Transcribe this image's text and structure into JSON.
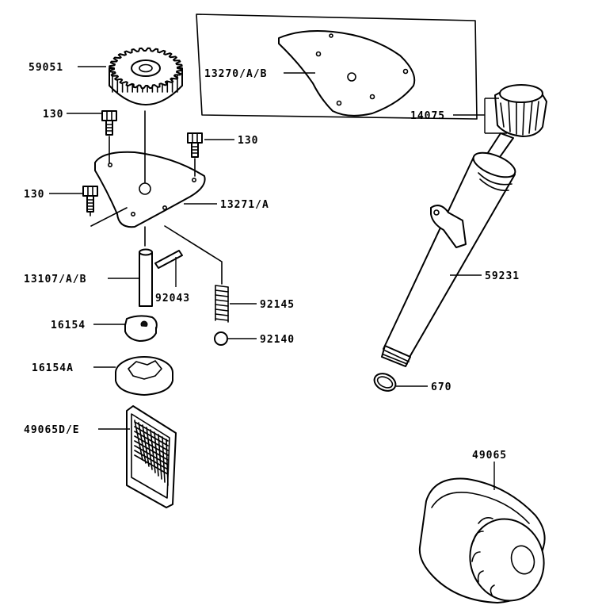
{
  "labels": {
    "p59051": "59051",
    "p130_top": "130",
    "p130_right": "130",
    "p130_left": "130",
    "p13270": "13270/A/B",
    "p14075": "14075",
    "p13271": "13271/A",
    "p13107": "13107/A/B",
    "p92043": "92043",
    "p92145": "92145",
    "p92140": "92140",
    "p16154": "16154",
    "p16154A": "16154A",
    "p59231": "59231",
    "p670": "670",
    "p49065": "49065",
    "p49065D": "49065D/E"
  }
}
